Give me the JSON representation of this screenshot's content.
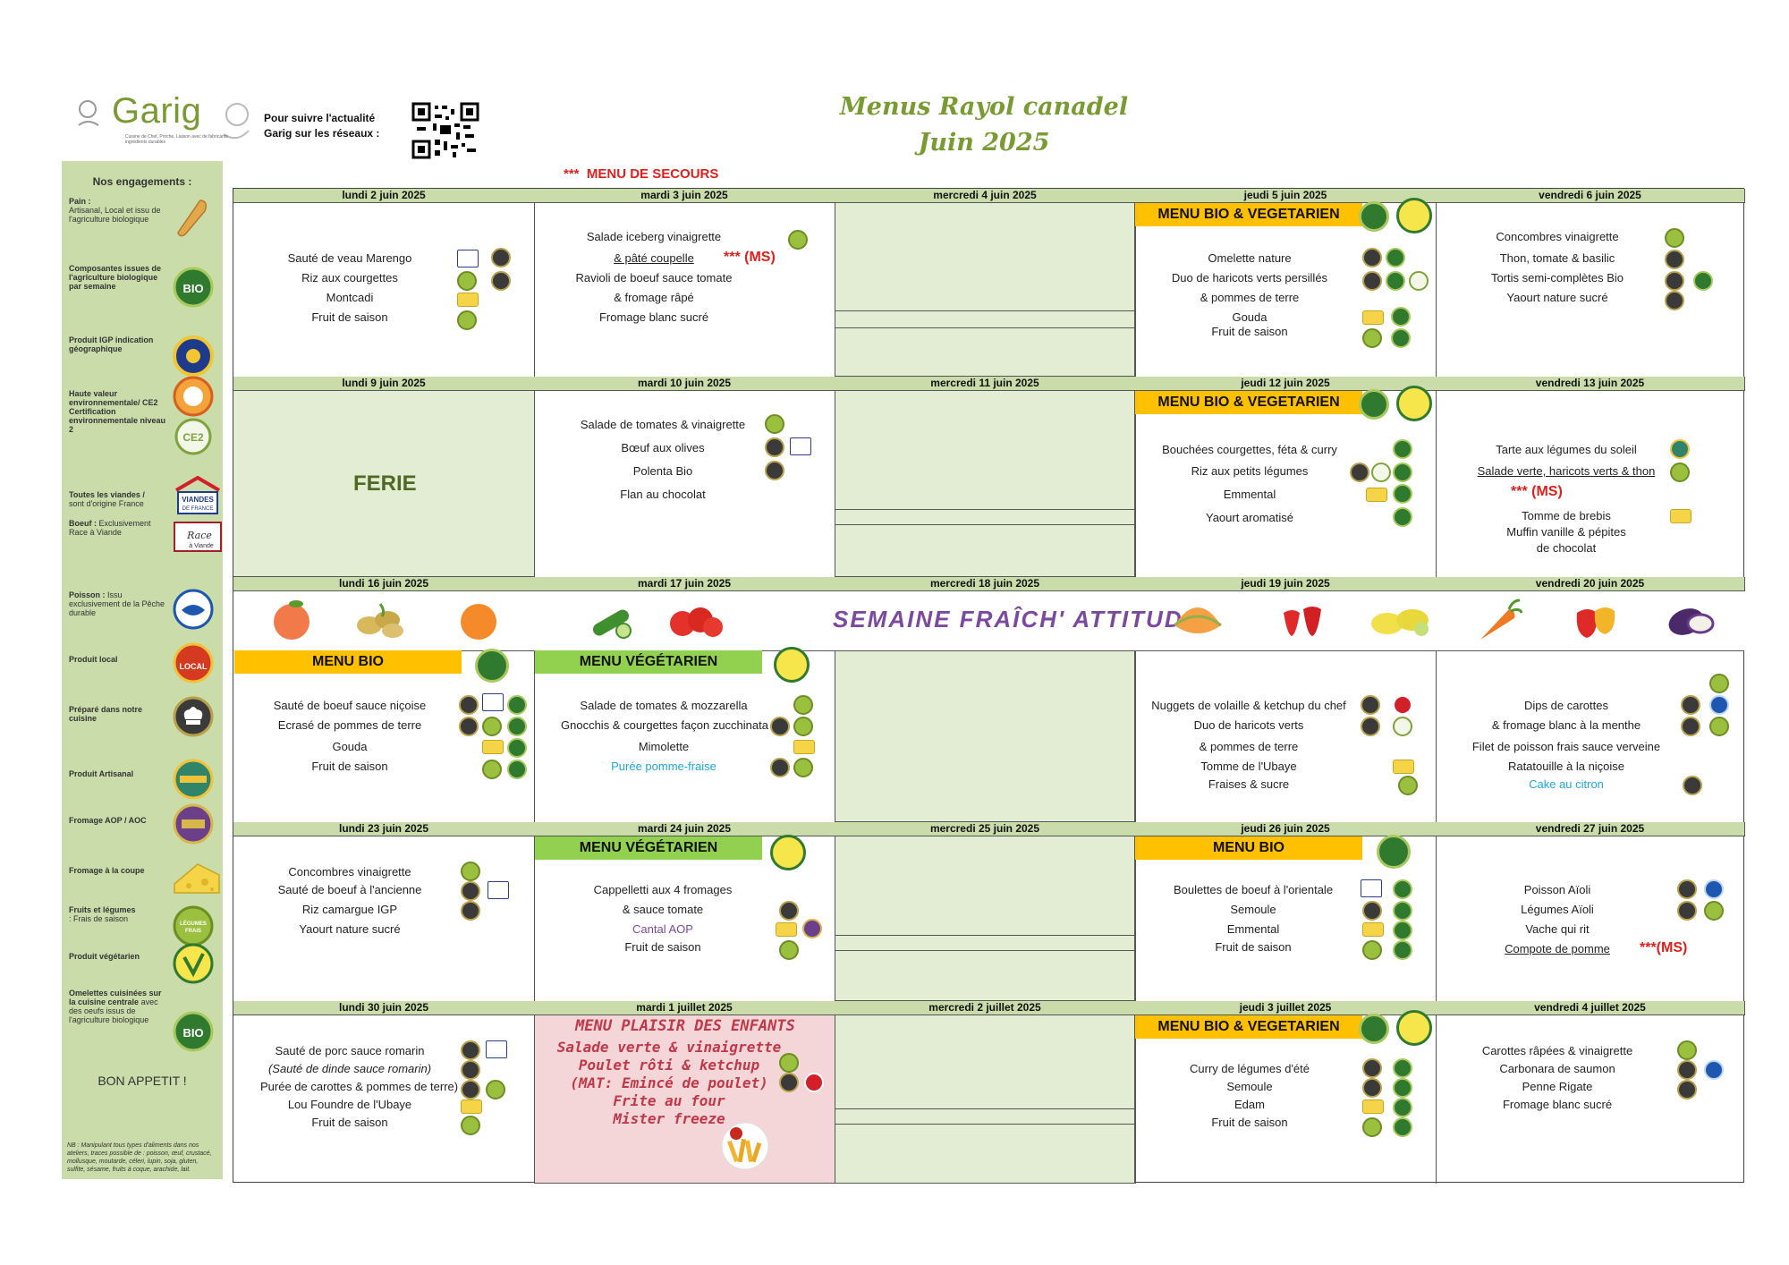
{
  "header": {
    "logo_text": "Garig",
    "logo_sub": "Cuisine de Chef, Proche, Liaison avec de fabricants ingrédients durables",
    "follow_text": "Pour suivre l'actualité Garig sur les réseaux :",
    "title_line1": "Menus Rayol canadel",
    "title_line2": "Juin 2025",
    "secours_stars": "***",
    "secours_label": "MENU DE SECOURS"
  },
  "sidebar": {
    "title": "Nos engagements :",
    "items": [
      {
        "bold": "Pain :",
        "text": "Artisanal, Local et issu de l'agriculture biologique",
        "icon": "bread-icon"
      },
      {
        "bold": "Composantes issues de l'agriculture biologique par semaine",
        "text": "",
        "icon": "bio-icon"
      },
      {
        "bold": "Produit IGP indication géographique",
        "text": "",
        "icon": "igp-icon"
      },
      {
        "bold": "Haute valeur environnementale/ CE2 Certification environnementale niveau 2",
        "text": "",
        "icon": "hve-icon"
      },
      {
        "bold": "Toutes les viandes /",
        "text": "sont d'origine France",
        "icon": "viandes-de-france-icon"
      },
      {
        "bold": "Boeuf :",
        "text": "Exclusivement Race à Viande",
        "icon": "race-a-viande-icon"
      },
      {
        "bold": "Poisson :",
        "text": "Issu exclusivement de la Pêche durable",
        "icon": "peche-durable-icon"
      },
      {
        "bold": "Produit local",
        "text": "",
        "icon": "local-icon"
      },
      {
        "bold": "Préparé dans notre cuisine",
        "text": "",
        "icon": "chef-hat-icon"
      },
      {
        "bold": "Produit Artisanal",
        "text": "",
        "icon": "artisanal-icon"
      },
      {
        "bold": "Fromage AOP / AOC",
        "text": "",
        "icon": "aop-icon"
      },
      {
        "bold": "Fromage à la coupe",
        "text": "",
        "icon": "cheese-icon"
      },
      {
        "bold": "Fruits et légumes",
        "text": ": Frais de saison",
        "icon": "fruits-legumes-icon"
      },
      {
        "bold": "Produit végétarien",
        "text": "",
        "icon": "vegetarian-icon"
      },
      {
        "bold": "Omelettes cuisinées sur la cuisine centrale",
        "text": "avec des oeufs issus de l'agriculture biologique",
        "icon": "omelette-bio-icon"
      }
    ],
    "bon_appetit": "BON APPETIT !",
    "nb": "NB : Manipulant tous types d'aliments dans nos ateliers, traces possible de : poisson, œuf, crustacé, mollusque, moutarde, céleri, lupin, soja, gluten, sulfite, sésame, fruits à coque, arachide, lait."
  },
  "banners": {
    "bio_veg": "MENU BIO & VEGETARIEN",
    "bio": "MENU BIO",
    "veg": "MENU VÉGÉTARIEN",
    "kids": "MENU PLAISIR DES ENFANTS"
  },
  "ms": "*** (MS)",
  "ms2": "***(MS)",
  "ferie": "FERIE",
  "fraich": "SEMAINE FRAÎCH' ATTITUDE",
  "week1": {
    "days": [
      "lundi 2 juin 2025",
      "mardi 3 juin 2025",
      "mercredi 4 juin 2025",
      "jeudi 5 juin 2025",
      "vendredi 6 juin 2025"
    ],
    "mon": [
      "Sauté de veau Marengo",
      "Riz aux courgettes",
      "Montcadi",
      "Fruit de saison"
    ],
    "tue": [
      "Salade iceberg vinaigrette",
      "& pâté coupelle",
      "Ravioli de boeuf sauce tomate",
      "& fromage râpé",
      "Fromage blanc sucré"
    ],
    "thu": [
      "Omelette nature",
      "Duo de haricots verts persillés",
      "& pommes de terre",
      "Gouda",
      "Fruit de saison"
    ],
    "fri": [
      "Concombres vinaigrette",
      "Thon, tomate & basilic",
      "Tortis semi-complètes Bio",
      "Yaourt nature sucré"
    ]
  },
  "week2": {
    "days": [
      "lundi 9 juin 2025",
      "mardi 10 juin 2025",
      "mercredi 11 juin 2025",
      "jeudi 12 juin 2025",
      "vendredi 13 juin 2025"
    ],
    "tue": [
      "Salade de tomates & vinaigrette",
      "Bœuf aux olives",
      "Polenta Bio",
      "Flan au chocolat"
    ],
    "thu": [
      "Bouchées courgettes, féta & curry",
      "Riz aux petits légumes",
      "Emmental",
      "Yaourt aromatisé"
    ],
    "fri": [
      "Tarte aux légumes du soleil",
      "Salade verte, haricots verts & thon",
      "Tomme de brebis",
      "Muffin vanille & pépites",
      "de chocolat"
    ]
  },
  "week3": {
    "days": [
      "lundi 16 juin 2025",
      "mardi 17 juin 2025",
      "mercredi 18 juin 2025",
      "jeudi 19 juin 2025",
      "vendredi 20 juin 2025"
    ],
    "mon": [
      "Sauté de boeuf sauce niçoise",
      "Ecrasé de pommes de terre",
      "Gouda",
      "Fruit de saison"
    ],
    "tue": [
      "Salade de tomates & mozzarella",
      "Gnocchis & courgettes façon zucchinata",
      "Mimolette",
      "Purée pomme-fraise"
    ],
    "thu": [
      "Nuggets de volaille & ketchup du chef",
      "Duo de haricots verts",
      "& pommes de terre",
      "Tomme de l'Ubaye",
      "Fraises & sucre"
    ],
    "fri": [
      "Dips de carottes",
      "& fromage blanc à la menthe",
      "Filet de poisson frais sauce verveine",
      "Ratatouille à la niçoise",
      "Cake au citron"
    ]
  },
  "week4": {
    "days": [
      "lundi 23 juin 2025",
      "mardi 24 juin 2025",
      "mercredi 25 juin 2025",
      "jeudi 26 juin 2025",
      "vendredi 27 juin 2025"
    ],
    "mon": [
      "Concombres vinaigrette",
      "Sauté de boeuf à l'ancienne",
      "Riz camargue IGP",
      "Yaourt nature sucré"
    ],
    "tue": [
      "Cappelletti aux 4 fromages",
      "& sauce tomate",
      "Cantal AOP",
      "Fruit de saison"
    ],
    "thu": [
      "Boulettes de boeuf à  l'orientale",
      "Semoule",
      "Emmental",
      "Fruit de saison"
    ],
    "fri": [
      "Poisson  Aïoli",
      "Légumes Aïoli",
      "Vache qui rit",
      "Compote de pomme"
    ]
  },
  "week5": {
    "days": [
      "lundi 30 juin 2025",
      "mardi 1 juillet 2025",
      "mercredi 2 juillet 2025",
      "jeudi 3 juillet 2025",
      "vendredi 4 juillet 2025"
    ],
    "mon": [
      "Sauté de porc sauce romarin",
      "(Sauté de dinde sauce romarin)",
      "Purée de carottes & pommes de terre)",
      "Lou Foundre de l'Ubaye",
      "Fruit de saison"
    ],
    "tue": [
      "Salade verte & vinaigrette",
      "Poulet rôti & ketchup",
      "(MAT: Emincé de poulet)",
      "Frite au four",
      "Mister freeze"
    ],
    "thu": [
      "Curry de légumes d'été",
      "Semoule",
      "Edam",
      "Fruit de saison"
    ],
    "fri": [
      "Carottes  râpées &  vinaigrette",
      "Carbonara de saumon",
      "Penne Rigate",
      "Fromage blanc sucré"
    ]
  },
  "colors": {
    "green_light": "#c9dcaa",
    "green_bg": "#e3edd3",
    "orange": "#ffc000",
    "green_banner": "#92d050",
    "pink": "#f5d6d8",
    "red": "#e0201c",
    "title_green": "#7a9a34",
    "purple": "#7b4aa0",
    "blue_text": "#1fa7d8"
  }
}
